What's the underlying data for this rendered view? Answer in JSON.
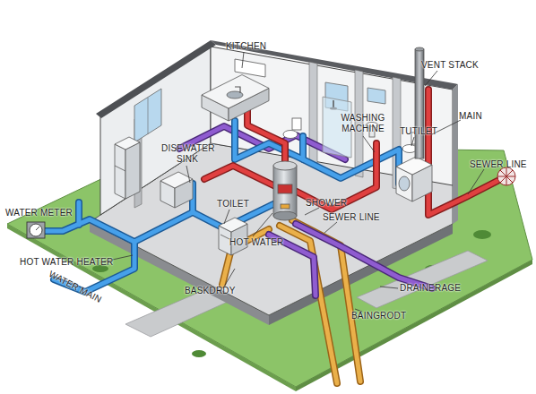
{
  "diagram": {
    "labels": [
      "KITCHEN",
      "VENT STACK",
      "MAIN",
      "WATER METER",
      "DISFWATER SINK",
      "WASHING MACHINE",
      "TUTILET",
      "SEWER LINE",
      "TOILET",
      "SHOWER",
      "SEWER LINE",
      "HOT WATER",
      "HOT WATER HEATER",
      "WATER MAIN",
      "BASKDRDY",
      "DRAINERAGE",
      "BAINGRODT"
    ]
  }
}
